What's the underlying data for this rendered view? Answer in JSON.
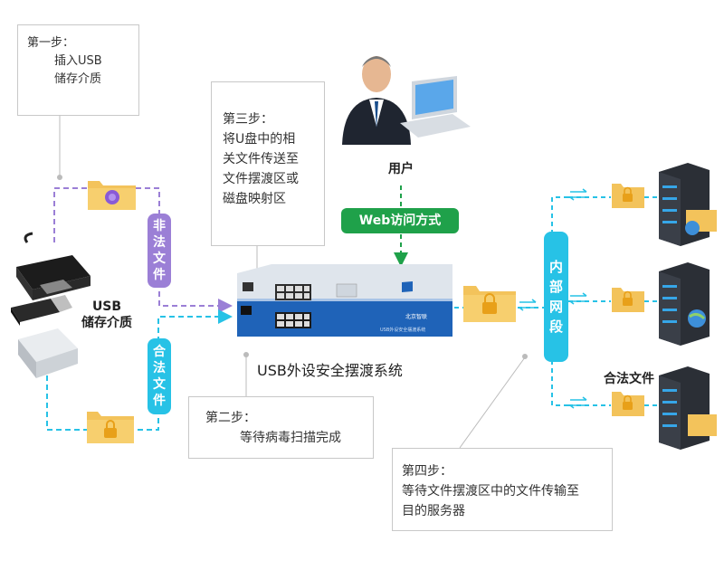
{
  "steps": {
    "step1": {
      "title": "第一步：",
      "lines": [
        "插入USB",
        "储存介质"
      ]
    },
    "step2": {
      "title": "第二步：",
      "lines": [
        "等待病毒扫描完成"
      ]
    },
    "step3": {
      "title": "第三步：",
      "lines": [
        "将U盘中的相",
        "关文件传送至",
        "文件摆渡区或",
        "磁盘映射区"
      ]
    },
    "step4": {
      "title": "第四步：",
      "lines": [
        "等待文件摆渡区中的文件传输至",
        "目的服务器"
      ]
    }
  },
  "labels": {
    "usb_storage": [
      "USB",
      "储存介质"
    ],
    "user": "用户",
    "web_access": "Web访问方式",
    "system": "USB外设安全摆渡系统",
    "legal_file": "合法文件",
    "illegal_pill": [
      "非",
      "法",
      "文",
      "件"
    ],
    "legal_pill": [
      "合",
      "法",
      "文",
      "件"
    ],
    "inner_network": [
      "内",
      "部",
      "网",
      "段"
    ],
    "device_brand": "北京智联",
    "device_model": "USB外设安全摆渡系统"
  },
  "colors": {
    "purple": "#9b7fd6",
    "cyan": "#27c2e6",
    "green": "#1fa14a",
    "folder": "#f3c35b",
    "lock": "#e8a019"
  }
}
